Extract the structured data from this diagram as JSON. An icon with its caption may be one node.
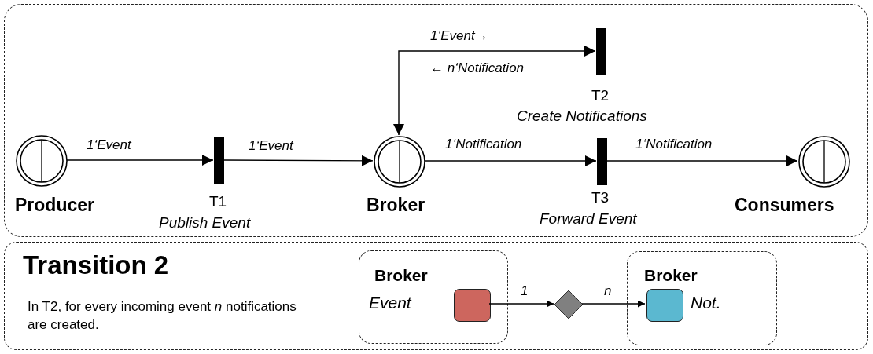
{
  "diagram": {
    "nodes": [
      {
        "text": [],
        "shape": "box"
      },
      {
        "text": [
          "Producer"
        ],
        "in": 0
      },
      {
        "text": [
          "T1",
          "Publish Event"
        ],
        "in": 0
      },
      {
        "text": [
          "Broker"
        ],
        "in": 0
      },
      {
        "text": [
          "T2",
          "Create Notifications"
        ],
        "in": 0
      },
      {
        "text": [
          "T3",
          "Forward Event"
        ],
        "in": 0
      },
      {
        "text": [
          "Consumers"
        ],
        "in": 0
      },
      {
        "text": [
          "Transition 2",
          "In T2, for every incoming event *n* notifications are created."
        ]
      },
      {
        "text": [
          "Broker",
          "Event"
        ],
        "in": 7
      },
      {
        "text": [],
        "shape": "box",
        "in": 8
      },
      {
        "text": [],
        "shape": "diamond",
        "in": 7
      },
      {
        "text": [
          "Broker",
          "Not."
        ],
        "in": 7
      },
      {
        "text": [],
        "shape": "box",
        "in": 11
      }
    ],
    "edges": [
      {
        "from": 1,
        "to": 2,
        "arrow": "to",
        "label": "1‘Event"
      },
      {
        "from": 2,
        "to": 3,
        "arrow": "to",
        "label": "1‘Event"
      },
      {
        "from": 3,
        "to": 4,
        "arrow": "both",
        "label": "1‘Event→"
      },
      {
        "from": 3,
        "to": 5,
        "arrow": "to",
        "label": "1‘Notification"
      },
      {
        "from": 5,
        "to": 6,
        "arrow": "to",
        "label": "1‘Notification"
      },
      {
        "from": 9,
        "to": 10,
        "arrow": "to",
        "label": "1"
      },
      {
        "from": 10,
        "to": 12,
        "arrow": "to",
        "label": "n"
      }
    ],
    "labels": [
      "← n‘Notification"
    ]
  }
}
